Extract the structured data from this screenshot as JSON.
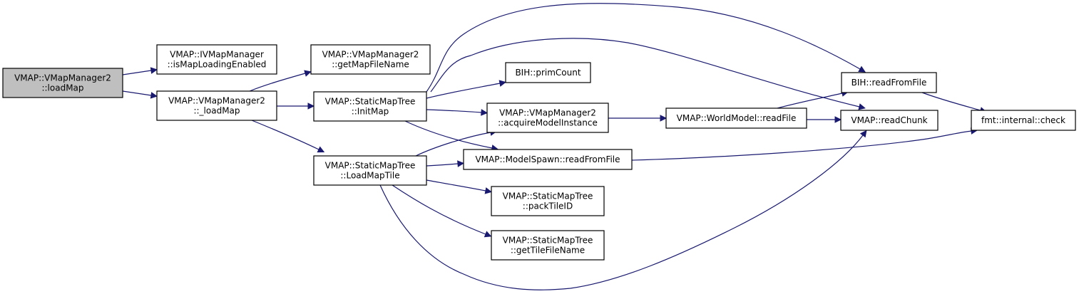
{
  "graph_type": "call-graph",
  "colors": {
    "edge": "#191970",
    "root_fill": "#bfbfbf",
    "node_fill": "#ffffff",
    "node_border": "#000000"
  },
  "nodes": [
    {
      "id": "loadMap",
      "lines": [
        "VMAP::VMapManager2",
        "::loadMap"
      ],
      "root": true
    },
    {
      "id": "isMapLoadingEnabled",
      "lines": [
        "VMAP::IVMapManager",
        "::isMapLoadingEnabled"
      ]
    },
    {
      "id": "_loadMap",
      "lines": [
        "VMAP::VMapManager2",
        "::_loadMap"
      ]
    },
    {
      "id": "getMapFileName",
      "lines": [
        "VMAP::VMapManager2",
        "::getMapFileName"
      ]
    },
    {
      "id": "InitMap",
      "lines": [
        "VMAP::StaticMapTree",
        "::InitMap"
      ]
    },
    {
      "id": "LoadMapTile",
      "lines": [
        "VMAP::StaticMapTree",
        "::LoadMapTile"
      ]
    },
    {
      "id": "primCount",
      "lines": [
        "BIH::primCount"
      ]
    },
    {
      "id": "acquireModelInstance",
      "lines": [
        "VMAP::VMapManager2",
        "::acquireModelInstance"
      ]
    },
    {
      "id": "ModelSpawnReadFromFile",
      "lines": [
        "VMAP::ModelSpawn::readFromFile"
      ]
    },
    {
      "id": "packTileID",
      "lines": [
        "VMAP::StaticMapTree",
        "::packTileID"
      ]
    },
    {
      "id": "getTileFileName",
      "lines": [
        "VMAP::StaticMapTree",
        "::getTileFileName"
      ]
    },
    {
      "id": "WorldModelReadFile",
      "lines": [
        "VMAP::WorldModel::readFile"
      ]
    },
    {
      "id": "BIHReadFromFile",
      "lines": [
        "BIH::readFromFile"
      ]
    },
    {
      "id": "readChunk",
      "lines": [
        "VMAP::readChunk"
      ]
    },
    {
      "id": "fmtCheck",
      "lines": [
        "fmt::internal::check"
      ]
    }
  ],
  "edges": [
    {
      "from": "loadMap",
      "to": "isMapLoadingEnabled"
    },
    {
      "from": "loadMap",
      "to": "_loadMap"
    },
    {
      "from": "_loadMap",
      "to": "getMapFileName"
    },
    {
      "from": "_loadMap",
      "to": "InitMap"
    },
    {
      "from": "_loadMap",
      "to": "LoadMapTile"
    },
    {
      "from": "InitMap",
      "to": "BIHReadFromFile"
    },
    {
      "from": "InitMap",
      "to": "readChunk"
    },
    {
      "from": "InitMap",
      "to": "primCount"
    },
    {
      "from": "InitMap",
      "to": "acquireModelInstance"
    },
    {
      "from": "InitMap",
      "to": "ModelSpawnReadFromFile"
    },
    {
      "from": "LoadMapTile",
      "to": "acquireModelInstance"
    },
    {
      "from": "LoadMapTile",
      "to": "ModelSpawnReadFromFile"
    },
    {
      "from": "LoadMapTile",
      "to": "packTileID"
    },
    {
      "from": "LoadMapTile",
      "to": "getTileFileName"
    },
    {
      "from": "LoadMapTile",
      "to": "readChunk"
    },
    {
      "from": "acquireModelInstance",
      "to": "WorldModelReadFile"
    },
    {
      "from": "WorldModelReadFile",
      "to": "BIHReadFromFile"
    },
    {
      "from": "WorldModelReadFile",
      "to": "readChunk"
    },
    {
      "from": "ModelSpawnReadFromFile",
      "to": "fmtCheck"
    },
    {
      "from": "BIHReadFromFile",
      "to": "fmtCheck"
    }
  ]
}
